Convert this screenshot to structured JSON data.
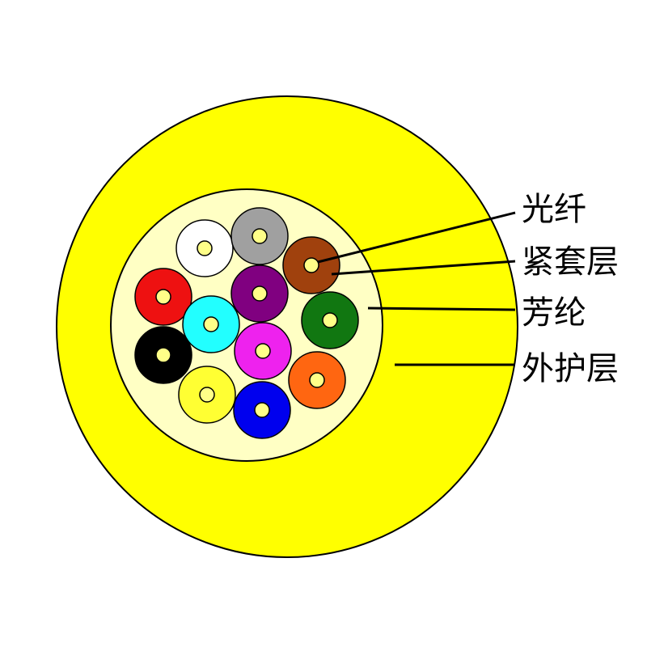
{
  "colors": {
    "jacket": "#ffff00",
    "aramid": "#ffffc4",
    "outline": "#000000",
    "core": "#ffff88"
  },
  "labels": {
    "fiber": "光纤",
    "buffer": "紧套层",
    "aramid": "芳纶",
    "jacket": "外护层"
  },
  "fibers": [
    {
      "color": "#ffffff"
    },
    {
      "color": "#a0a0a0"
    },
    {
      "color": "#a0410d"
    },
    {
      "color": "#ee1111"
    },
    {
      "color": "#800080"
    },
    {
      "color": "#117711"
    },
    {
      "color": "#22ffff"
    },
    {
      "color": "#000000"
    },
    {
      "color": "#ee22ee"
    },
    {
      "color": "#ffff33"
    },
    {
      "color": "#ff6611"
    },
    {
      "color": "#0000ee"
    }
  ]
}
